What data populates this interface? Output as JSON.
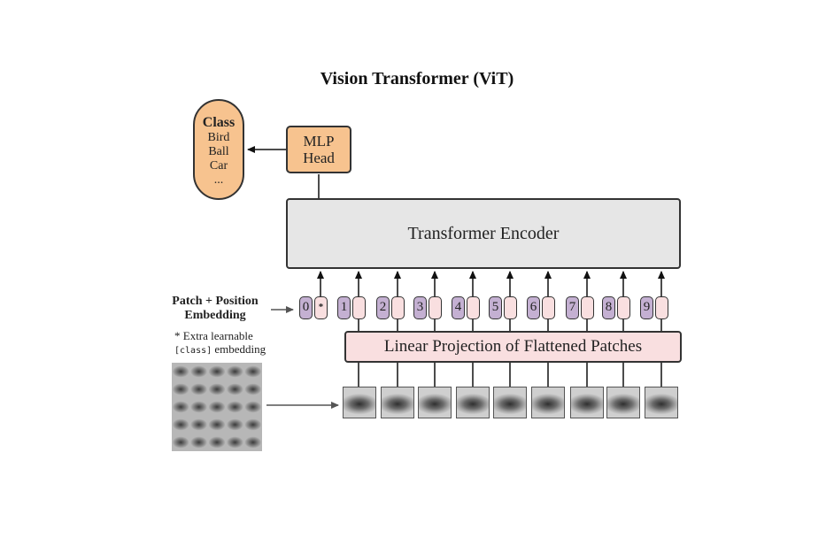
{
  "title": "Vision Transformer (ViT)",
  "class_box": {
    "heading": "Class",
    "items": [
      "Bird",
      "Ball",
      "Car",
      "..."
    ]
  },
  "mlp_head": {
    "line1": "MLP",
    "line2": "Head"
  },
  "encoder": {
    "label": "Transformer Encoder"
  },
  "linear_projection": {
    "label": "Linear Projection of Flattened Patches"
  },
  "patch_position": {
    "line1": "Patch + Position",
    "line2": "Embedding"
  },
  "note": {
    "line1": "* Extra learnable",
    "mono": "[class]",
    "line2_rest": " embedding"
  },
  "tokens": [
    "0",
    "1",
    "2",
    "3",
    "4",
    "5",
    "6",
    "7",
    "8",
    "9"
  ],
  "extra_token_symbol": "*",
  "colors": {
    "orange": "#f7c38f",
    "purple": "#c4b0d2",
    "pink": "#f9dfe0",
    "encoder": "#e6e6e6"
  }
}
